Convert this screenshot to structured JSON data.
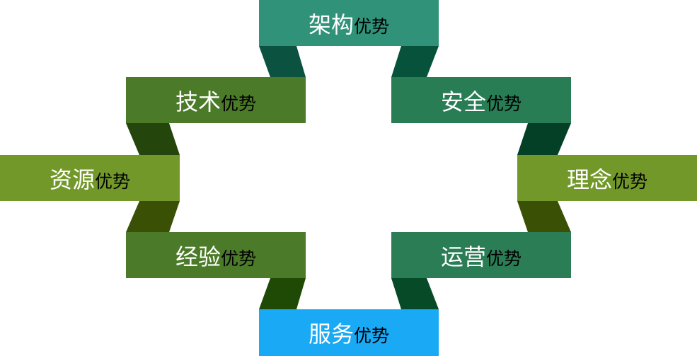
{
  "suffix": "优势",
  "items": [
    {
      "id": "architecture",
      "main": "架构",
      "color": "#31927a"
    },
    {
      "id": "technology",
      "main": "技术",
      "color": "#4b7a28"
    },
    {
      "id": "security",
      "main": "安全",
      "color": "#287d55"
    },
    {
      "id": "resources",
      "main": "资源",
      "color": "#73982a"
    },
    {
      "id": "philosophy",
      "main": "理念",
      "color": "#73982a"
    },
    {
      "id": "experience",
      "main": "经验",
      "color": "#4b7a28"
    },
    {
      "id": "operations",
      "main": "运营",
      "color": "#2a7d55"
    },
    {
      "id": "service",
      "main": "服务",
      "color": "#1aa9f5"
    }
  ],
  "connector_colors": [
    "#0b5240",
    "#06523a",
    "#24460c",
    "#034025",
    "#3a5005",
    "#3a5005",
    "#1f4a05",
    "#064a28"
  ]
}
